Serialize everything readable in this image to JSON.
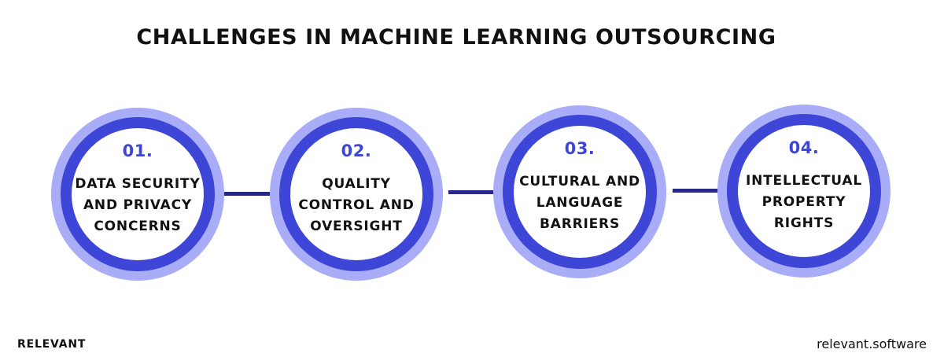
{
  "header": {
    "title": "CHALLENGES IN MACHINE LEARNING OUTSOURCING"
  },
  "steps": [
    {
      "number": "01.",
      "label": "DATA SECURITY\nAND PRIVACY\nCONCERNS"
    },
    {
      "number": "02.",
      "label": "QUALITY\nCONTROL AND\nOVERSIGHT"
    },
    {
      "number": "03.",
      "label": "CULTURAL AND\nLANGUAGE\nBARRIERS"
    },
    {
      "number": "04.",
      "label": "INTELLECTUAL\nPROPERTY\nRIGHTS"
    }
  ],
  "footer": {
    "brand": "RELEVANT",
    "site": "relevant.software"
  },
  "colors": {
    "outer_glow": "#a9acf7",
    "ring": "#3d46d6",
    "connector": "#27278a",
    "text": "#111111"
  }
}
